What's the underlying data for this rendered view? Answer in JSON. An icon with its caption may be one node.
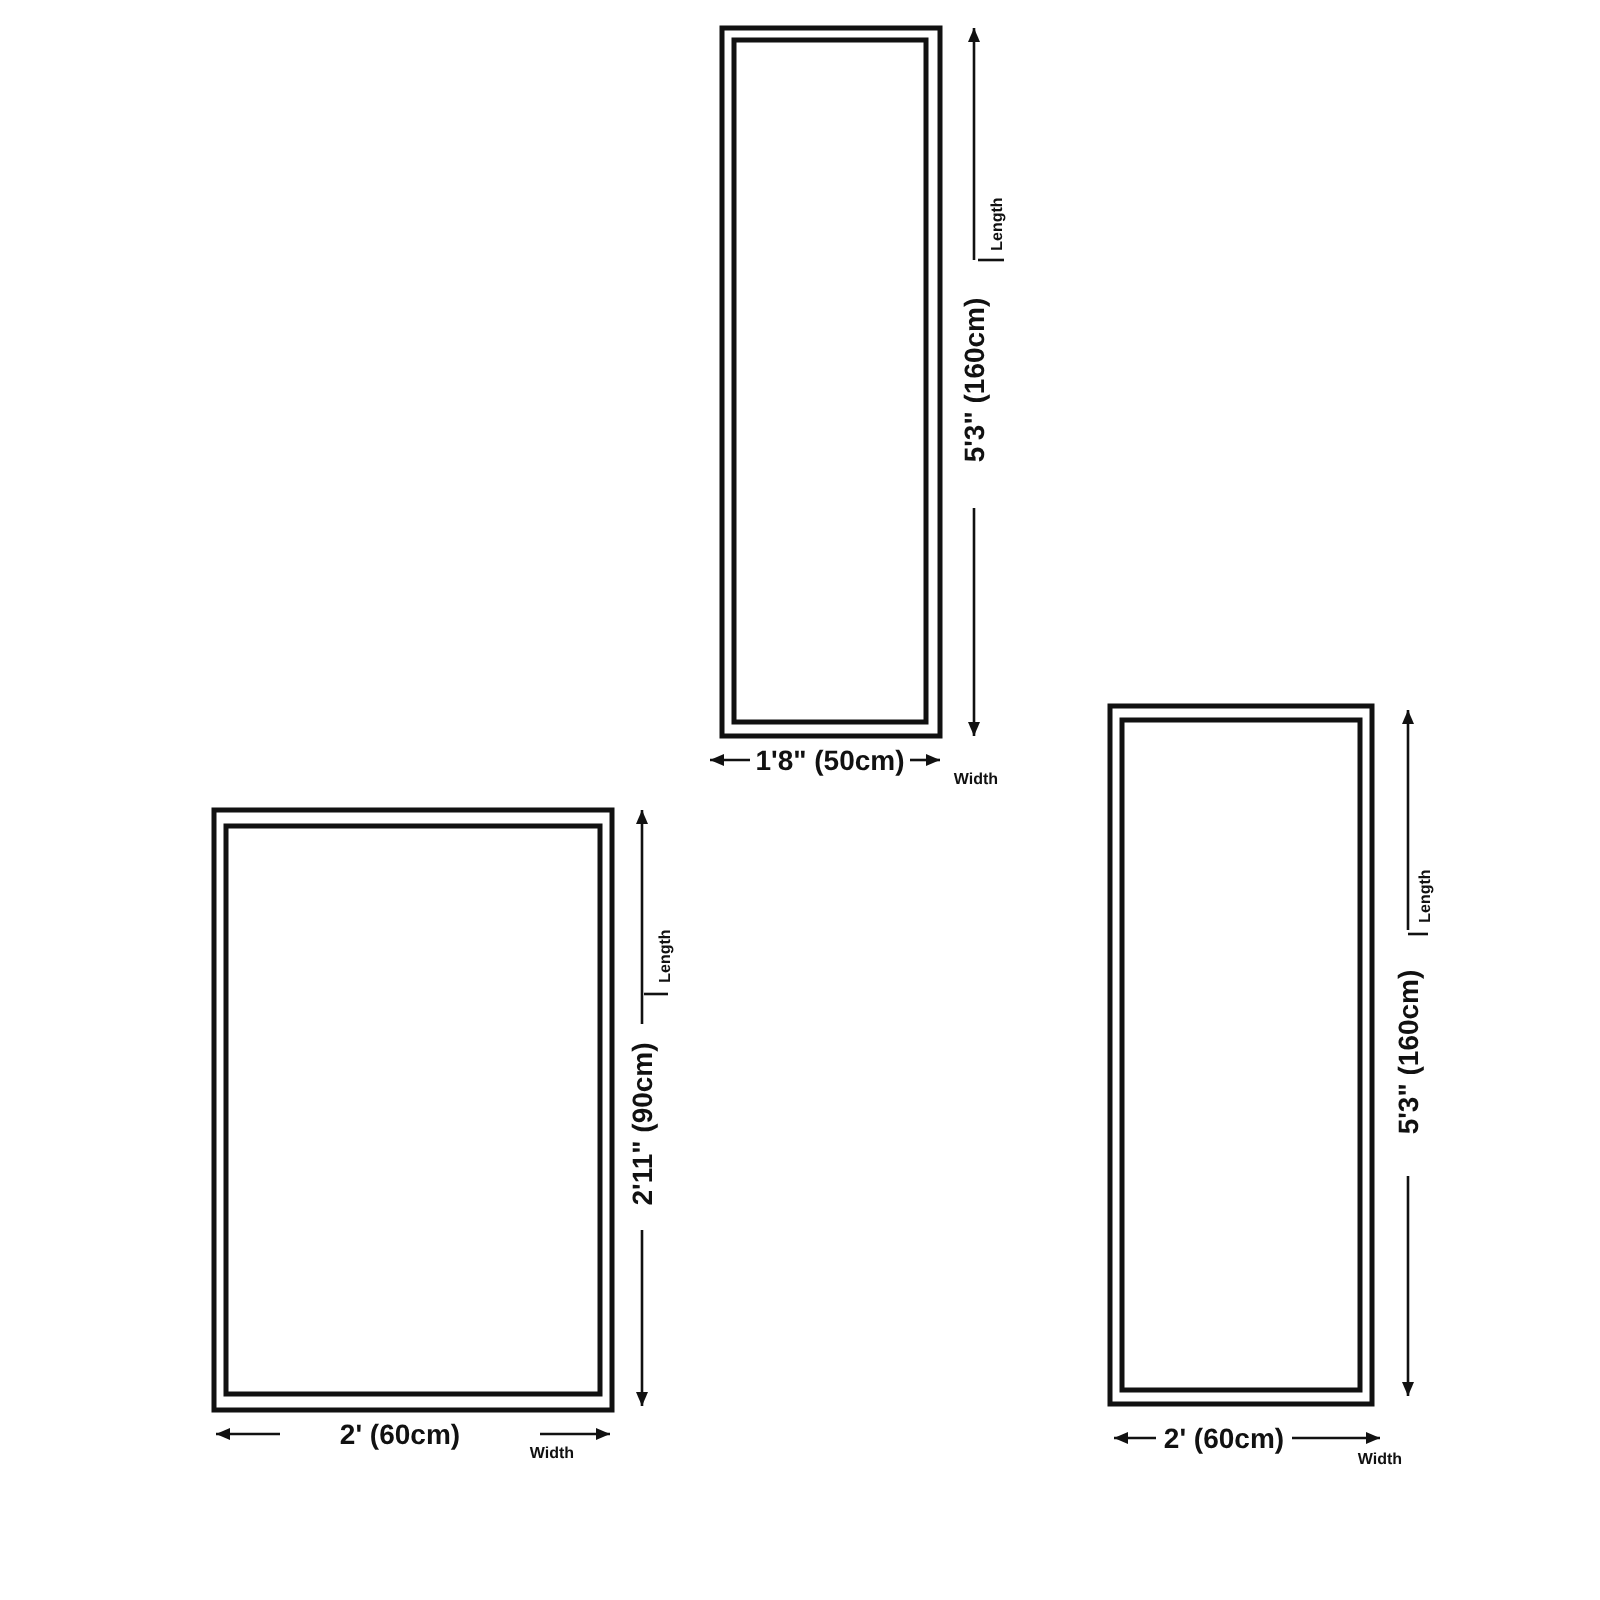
{
  "diagram": {
    "labels": [
      "Length",
      "5'3\" (160cm)",
      "1'8\" (50cm)",
      "Width",
      "Length",
      "2'11\" (90cm)",
      "2' (60cm)",
      "Width",
      "Length",
      "5'3\" (160cm)",
      "2' (60cm)",
      "Width"
    ]
  }
}
